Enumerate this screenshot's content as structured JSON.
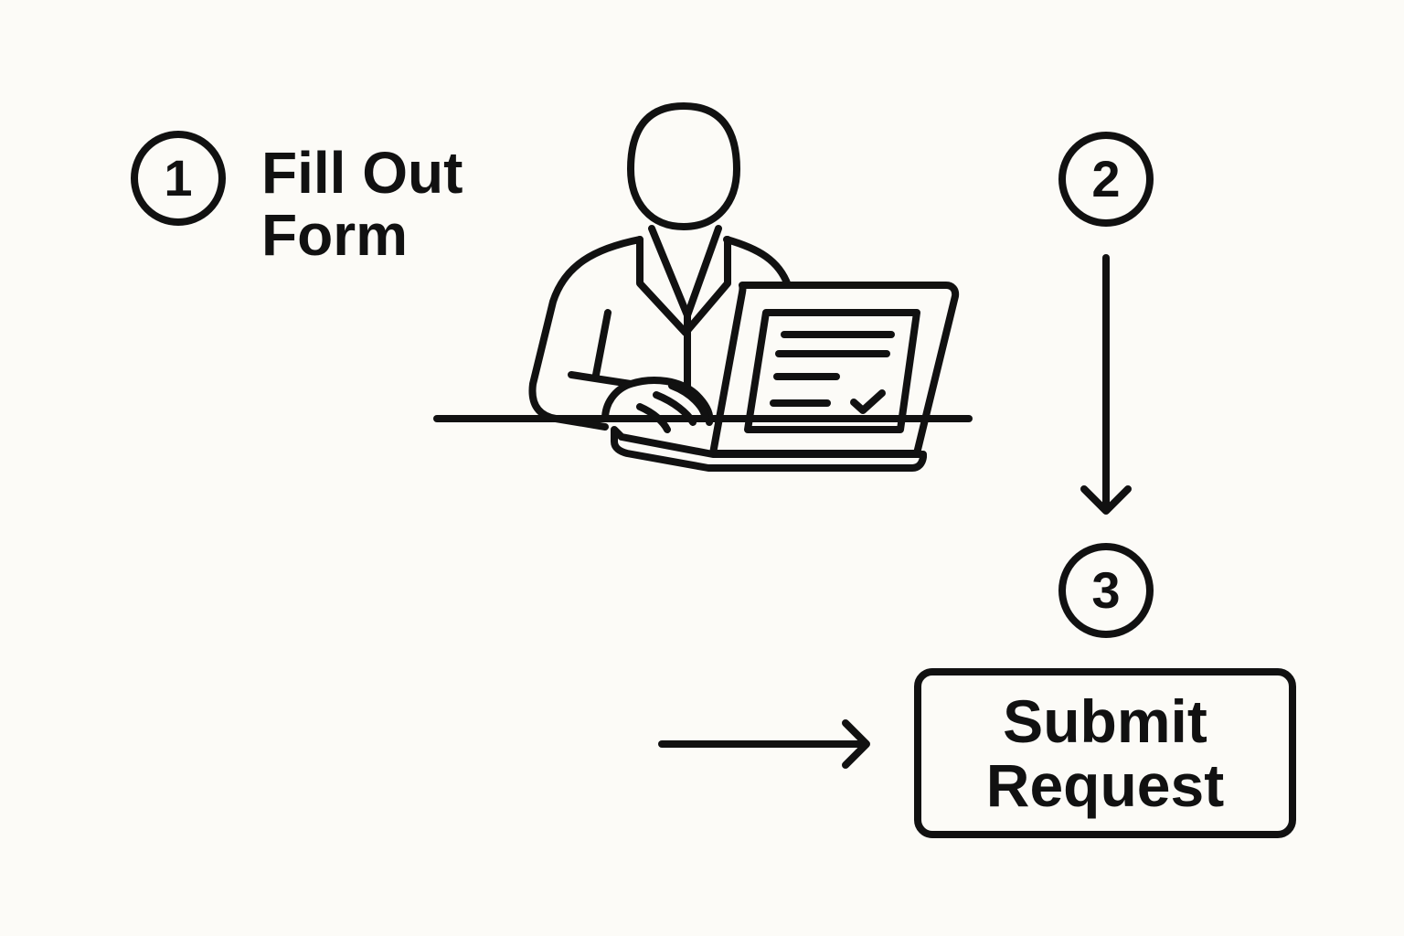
{
  "colors": {
    "background": "#fcfbf7",
    "ink": "#111111"
  },
  "steps": [
    {
      "number": "1",
      "label_line1": "Fill Out",
      "label_line2": "Form"
    },
    {
      "number": "2"
    },
    {
      "number": "3"
    }
  ],
  "submit_button": {
    "line1": "Submit",
    "line2": "Request"
  },
  "icons": [
    "person-at-laptop-icon",
    "form-document-icon",
    "checkmark-icon",
    "arrow-down-icon",
    "arrow-right-icon"
  ]
}
